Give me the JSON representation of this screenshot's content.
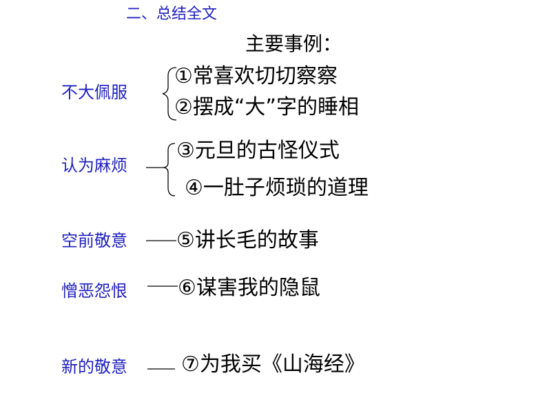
{
  "heading": "二、总结全文",
  "subtitle": "主要事例：",
  "groups": [
    {
      "attitude": "不大佩服",
      "examples": [
        "①常喜欢切切察察",
        "②摆成“大”字的睡相"
      ]
    },
    {
      "attitude": "认为麻烦",
      "examples": [
        "③元旦的古怪仪式",
        "④一肚子烦琐的道理"
      ]
    },
    {
      "attitude": "空前敬意",
      "examples": [
        "⑤讲长毛的故事"
      ]
    },
    {
      "attitude": "憎恶怨恨",
      "examples": [
        "⑥谋害我的隐鼠"
      ]
    },
    {
      "attitude": "新的敬意",
      "examples": [
        "⑦为我买《山海经》"
      ]
    }
  ],
  "colors": {
    "heading": "#1f1fbf",
    "attitude": "#1f1fbf",
    "example": "#000000",
    "line": "#000000"
  }
}
